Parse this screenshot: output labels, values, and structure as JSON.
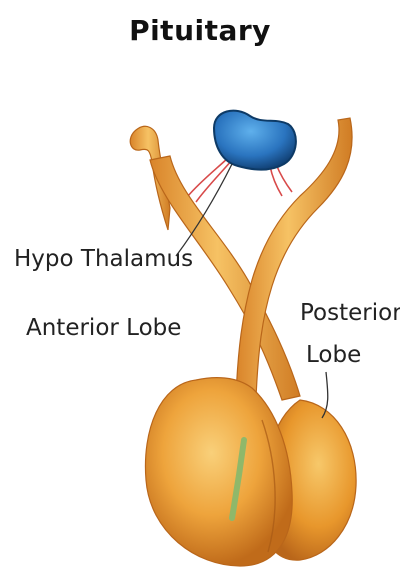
{
  "title": "Pituitary",
  "labels": {
    "hypothalamus": "Hypo Thalamus",
    "anterior_lobe": "Anterior Lobe",
    "posterior_lobe_line1": "Posterior",
    "posterior_lobe_line2": "Lobe"
  },
  "colors": {
    "gland_orange": "#e89a2c",
    "gland_highlight": "#f7c96a",
    "gland_shadow": "#c2701c",
    "hypothalamus_blue": "#2f7fc7",
    "hypothalamus_dark": "#0d3a66",
    "vessel_red": "#d84a4a",
    "green_mark": "#8fb86a",
    "leader_line": "#333333"
  }
}
